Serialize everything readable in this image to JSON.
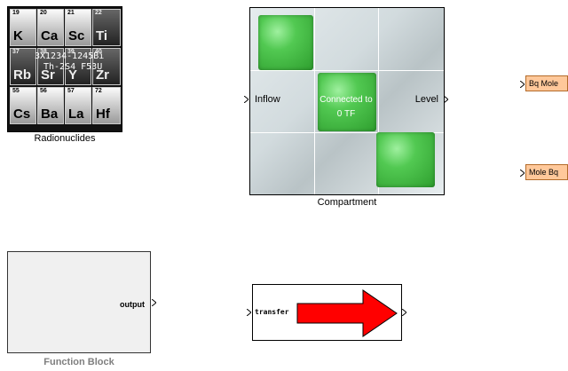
{
  "radionuclides": {
    "caption": "Radionuclides",
    "cells": [
      {
        "num": "19",
        "sym": "K"
      },
      {
        "num": "20",
        "sym": "Ca"
      },
      {
        "num": "21",
        "sym": "Sc"
      },
      {
        "num": "22",
        "sym": "Ti"
      },
      {
        "num": "37",
        "sym": "Rb"
      },
      {
        "num": "38",
        "sym": "Sr"
      },
      {
        "num": "39",
        "sym": "Y"
      },
      {
        "num": "40",
        "sym": "Zr"
      },
      {
        "num": "55",
        "sym": "Cs"
      },
      {
        "num": "56",
        "sym": "Ba"
      },
      {
        "num": "57",
        "sym": "La"
      },
      {
        "num": "72",
        "sym": "Hf"
      }
    ],
    "overlay_line1": "3X1234-1245Bi",
    "overlay_line2": "Th-2S4  F53U"
  },
  "compartment": {
    "caption": "Compartment",
    "inflow": "Inflow",
    "level": "Level",
    "center_line1": "Connected to",
    "center_line2": "0 TF"
  },
  "converters": {
    "bq_mole": "Bq Mole",
    "mole_bq": "Mole Bq"
  },
  "function_block": {
    "caption": "Function Block",
    "output": "output"
  },
  "transfer": {
    "label": "transfer",
    "arrow_color": "#ff0000"
  },
  "colors": {
    "green_cell": "#3cb83c",
    "orange_block": "#ffc89a",
    "function_block_bg": "#f0f0f0",
    "caption_gray": "#7f7f7f"
  }
}
